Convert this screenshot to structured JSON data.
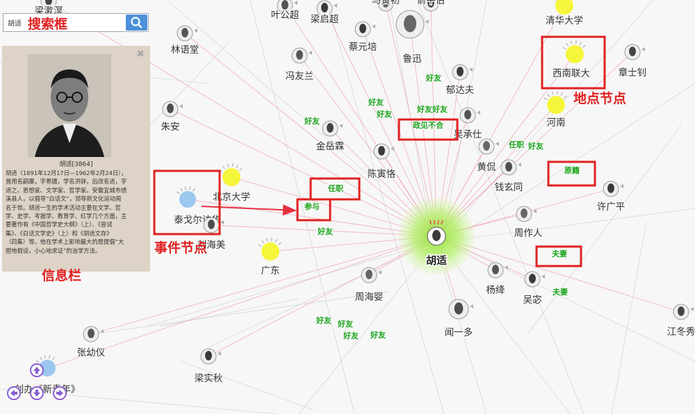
{
  "search": {
    "value": "胡适",
    "button_icon": "search-icon"
  },
  "info_panel": {
    "name": "胡适[3864]",
    "description_lines": [
      "胡适（1891年12月17日—1962年2月24日），",
      "曾用名嗣穈，字希疆，学名洪骍，后改名适，字",
      "适之。思想家、文学家、哲学家。安徽宜城市绩",
      "溪县人，以倡导“白话文”，领导新文化运动闻",
      "名于世。胡适一生的学术活动主要在文学、哲",
      "学、史学、考据学、教育学、红学几个方面，主",
      "要著作有《中国哲学史大纲》（上）、《尝试",
      "集》、《白话文学史》（上）和《胡适文存》",
      "（四集）等。他在学术上影响最大的是提倡“大",
      "胆地假设，小心地求证”的治学方法。"
    ]
  },
  "annotations": {
    "search_box": "搜索框",
    "location_node": "地点节点",
    "event_node": "事件节点",
    "info_bar": "信息栏"
  },
  "colors": {
    "annotation_red": "#e02020",
    "location_yellow": "#f5f53b",
    "event_blue": "#9cc8f0",
    "edge_label_green": "#1ea51e",
    "edge_pink": "#f1a7b8",
    "center_glow": "#a8ee5a",
    "nav_purple": "#8a5fd0"
  },
  "graph": {
    "center": {
      "id": "hushi",
      "label": "胡适"
    },
    "nodes": [
      {
        "id": "liangshuming",
        "label": "梁漱溟",
        "type": "person"
      },
      {
        "id": "yegongchao",
        "label": "叶公超",
        "type": "person"
      },
      {
        "id": "liangqichao",
        "label": "梁启超",
        "type": "person"
      },
      {
        "id": "mayinchu",
        "label": "马寅初",
        "type": "person"
      },
      {
        "id": "yupingbo",
        "label": "俞平伯",
        "type": "person"
      },
      {
        "id": "qinghua",
        "label": "清华大学",
        "type": "location"
      },
      {
        "id": "linyutang",
        "label": "林语堂",
        "type": "person"
      },
      {
        "id": "caiyuanpei",
        "label": "蔡元培",
        "type": "person"
      },
      {
        "id": "luxun",
        "label": "鲁迅",
        "type": "person"
      },
      {
        "id": "xinanlianda",
        "label": "西南联大",
        "type": "location"
      },
      {
        "id": "zhangshizhao",
        "label": "章士钊",
        "type": "person"
      },
      {
        "id": "fengyoulan",
        "label": "冯友兰",
        "type": "person"
      },
      {
        "id": "yudafu",
        "label": "郁达夫",
        "type": "person"
      },
      {
        "id": "henan",
        "label": "河南",
        "type": "location"
      },
      {
        "id": "zhuan",
        "label": "朱安",
        "type": "person"
      },
      {
        "id": "jinyuelin",
        "label": "金岳霖",
        "type": "person"
      },
      {
        "id": "wuchengshi",
        "label": "吴承仕",
        "type": "person"
      },
      {
        "id": "chenyinke",
        "label": "陈寅恪",
        "type": "person"
      },
      {
        "id": "huangkan",
        "label": "黄侃",
        "type": "person"
      },
      {
        "id": "qianxuantong",
        "label": "钱玄同",
        "type": "person"
      },
      {
        "id": "beijingdaxue",
        "label": "北京大学",
        "type": "location"
      },
      {
        "id": "tagore",
        "label": "泰戈尔访华",
        "type": "event"
      },
      {
        "id": "xuguangping",
        "label": "许广平",
        "type": "person"
      },
      {
        "id": "zhouzuoren",
        "label": "周作人",
        "type": "person"
      },
      {
        "id": "liangshaomei",
        "label": "刘海美",
        "type": "person"
      },
      {
        "id": "guangdong",
        "label": "广东",
        "type": "location"
      },
      {
        "id": "yangjiang",
        "label": "杨绛",
        "type": "person"
      },
      {
        "id": "wumi",
        "label": "吴宓",
        "type": "person"
      },
      {
        "id": "zhouhaiying",
        "label": "周海婴",
        "type": "person"
      },
      {
        "id": "wenyiduo",
        "label": "闻一多",
        "type": "person"
      },
      {
        "id": "jiangdongxiu",
        "label": "江冬秀",
        "type": "person"
      },
      {
        "id": "zhangyouyi",
        "label": "张幼仪",
        "type": "person"
      },
      {
        "id": "liangshiqiu",
        "label": "梁实秋",
        "type": "person"
      },
      {
        "id": "xinqingnian",
        "label": "创办《新青年》",
        "type": "event"
      }
    ],
    "edge_labels": [
      {
        "id": "e1",
        "text": "好友"
      },
      {
        "id": "e2",
        "text": "好友"
      },
      {
        "id": "e3",
        "text": "好友"
      },
      {
        "id": "e4",
        "text": "好友好友"
      },
      {
        "id": "e5",
        "text": "政见不合"
      },
      {
        "id": "e6",
        "text": "好友"
      },
      {
        "id": "e7",
        "text": "任职"
      },
      {
        "id": "e8",
        "text": "好友"
      },
      {
        "id": "e9",
        "text": "任职"
      },
      {
        "id": "e10",
        "text": "原籍"
      },
      {
        "id": "e11",
        "text": "参与"
      },
      {
        "id": "e12",
        "text": "好友"
      },
      {
        "id": "e13",
        "text": "夫妻"
      },
      {
        "id": "e14",
        "text": "夫妻"
      },
      {
        "id": "e15",
        "text": "好友"
      },
      {
        "id": "e16",
        "text": "好友"
      },
      {
        "id": "e17",
        "text": "好友"
      },
      {
        "id": "e18",
        "text": "好友"
      }
    ]
  },
  "nav": {
    "up": "arrow-up-icon",
    "left": "arrow-left-icon",
    "down": "arrow-down-icon",
    "right": "arrow-right-icon"
  }
}
